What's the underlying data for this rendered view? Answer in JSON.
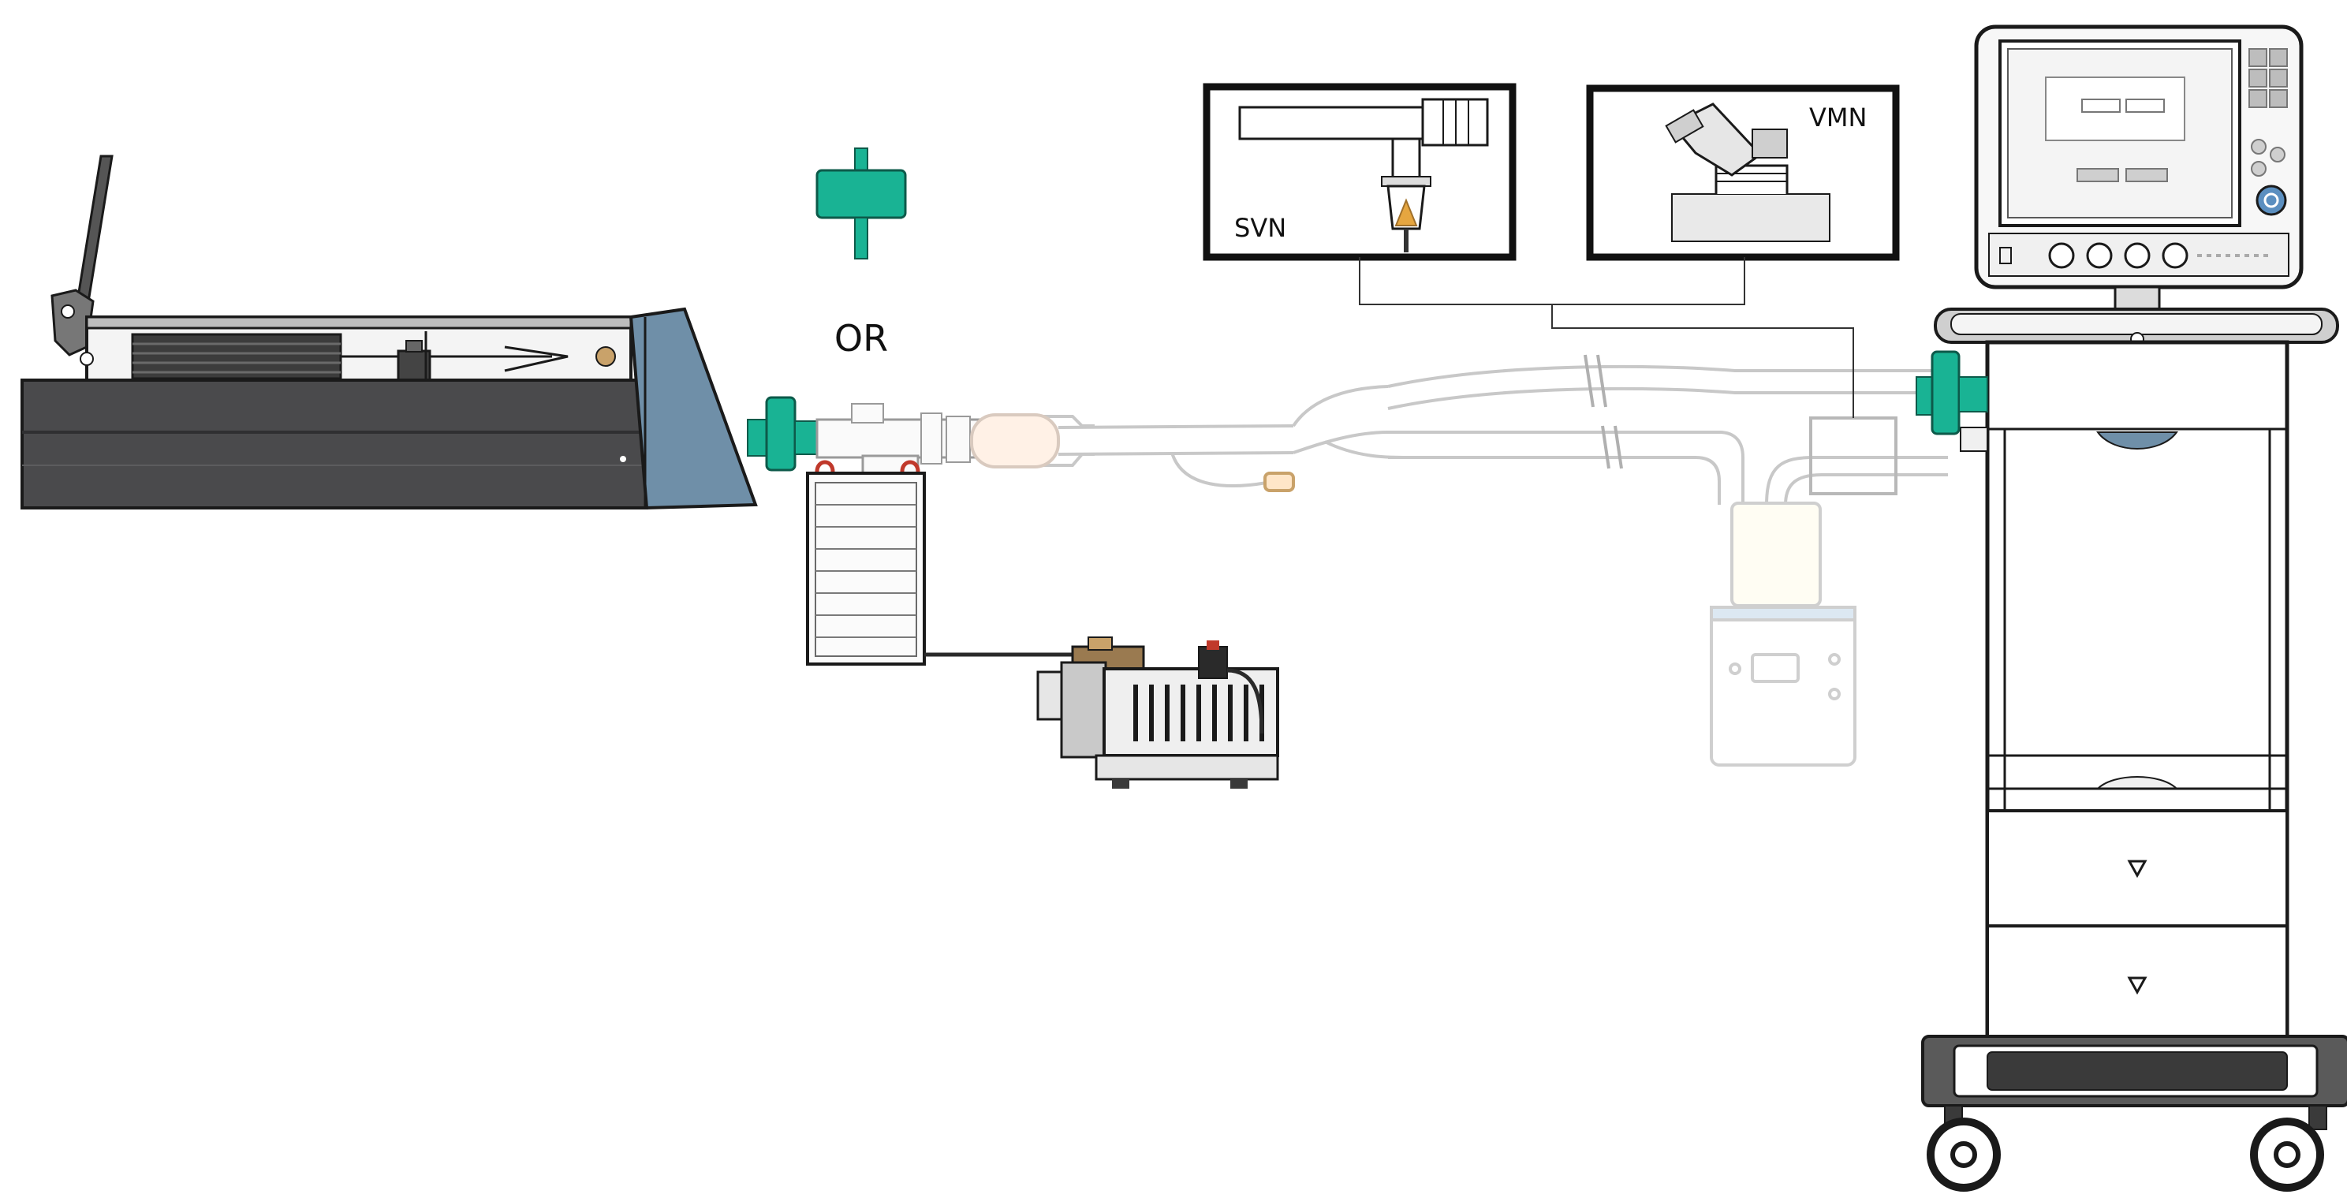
{
  "labels": {
    "or": "OR",
    "svn": "SVN",
    "vmn": "VMN"
  },
  "colors": {
    "filter_teal": "#19b394",
    "simulator_body": "#4a4a4c",
    "simulator_end": "#6f8fa8",
    "outline": "#1a1a1a",
    "faded_outline": "#cfcfcf",
    "screen_blue": "#5b8fc0"
  },
  "components": [
    "lung-simulator",
    "bacterial-filter",
    "t-piece-adapter",
    "expiratory-collection-bag",
    "vacuum-pump",
    "inspiratory-limb",
    "expiratory-limb",
    "humidifier",
    "ventilator"
  ]
}
